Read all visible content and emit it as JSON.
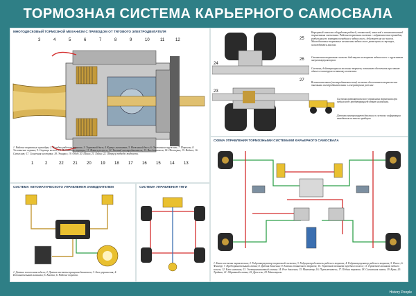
{
  "title": "ТОРМОЗНАЯ СИСТЕМА КАРЬЕРНОГО САМОСВАЛА",
  "sections": {
    "wheel_motor": {
      "caption": "МНОГОДИСКОВЫЙ ТОРМОЗНОЙ МЕХАНИЗМ С ПРИВОДОМ ОТ ТЯГОВОГО ЭЛЕКТРОДВИГАТЕЛЯ",
      "callouts_top": [
        "3",
        "4",
        "5",
        "6",
        "7",
        "8",
        "9",
        "10",
        "11",
        "12"
      ],
      "callouts_bottom": [
        "1",
        "2",
        "22",
        "21",
        "20",
        "19",
        "18",
        "17",
        "16",
        "15",
        "14",
        "13"
      ],
      "legend": "1. Рабочие тормозные цилиндры; 2. Колодки рабочего тормоза; 3. Тормозной диск; 4. Корпус механизма; 5. Нажимной диск; 6. Отжимные пружины; 7. Поршень; 8. Уплотнение поршня; 9. Ступица колеса; 10. Подшипник ступицы; 11. Фланец полуоси; 12. Тяговый электродвигатель; 13. Вал двигателя; 14. Шестерня; 15. Водило; 16. Сателлит; 17. Солнечная шестерня; 18. Эпицикл; 19. Обод; 20. Шина; 21. Гайка; 22. Штуцер подвода жидкости."
    },
    "description": {
      "paragraphs": [
        "Карьерный самосвал оборудован рабочей, стояночной, запасной и вспомогательной тормозными системами. Рабочая тормозная система с гидравлическим приводом, раздельным по контурам передних и задних колес, действует на все колеса. Многодисковые тормозные механизмы задних колес размещены в ступицах, охлаждаются маслом.",
        "Стояночная тормозная система действует на тормоза задних колес с пружинным энергоаккумулятором.",
        "Система, действующая на колесные тормоза, позволяет обеспечить при отказе одного из контуров остановку самосвала.",
        "Вспомогательная (электродинамическая) система обеспечивает торможение тяговыми электродвигателями в генераторном режиме."
      ],
      "sub_paragraphs": [
        "Система автоматического управления тормозами при заднем ходе предотвращает откат самосвала.",
        "Датчики контролируют давление в системе; информация выводится на панель приборов."
      ],
      "right_callouts": [
        "25",
        "26",
        "27"
      ],
      "left_callouts": [
        "24",
        "23"
      ]
    },
    "scheme": {
      "caption": "СХЕМА УПРАВЛЕНИЯ ТОРМОЗНЫМИ СИСТЕМАМИ КАРЬЕРНОГО САМОСВАЛА",
      "legend": "1. Бачок системы торможения; 2. Гидроаккумулятор тормозной системы; 3. Гидрораспределитель рабочего тормоза; 4. Гидроаккумулятор рабочего тормоза; 5. Насос; 6. Фильтр; 7. Предохранительный клапан; 8. Датчик давления; 9. Клапан стояночного тормоза; 10. Тормозной механизм переднего колеса; 11. Тормозной механизм заднего колеса; 12. Блок клапанов; 13. Электромагнитный клапан; 14. Реле давления; 15. Манометр; 16. Переключатель; 17. Педаль тормоза; 18. Сигнальная лампа; 19. Кран; 20. Тройник; 21. Обратный клапан; 22. Дроссель; 23. Магистраль."
    },
    "brake_auto": {
      "caption": "СИСТЕМА АВТОМАТИЧЕСКОГО УПРАВЛЕНИЯ ЗАМЕДЛИТЕЛЕМ"
    },
    "parking": {
      "caption": "СИСТЕМА УПРАВЛЕНИЯ ТЯГИ"
    },
    "bottom_left_legend": "1. Датчик положения педали; 2. Датчик частоты вращения двигателя; 3. Блок управления; 4. Исполнительный механизм; 5. Кнопка; 6. Рабочие тормоза."
  },
  "footer": {
    "brand": "History People"
  },
  "colors": {
    "background": "#2f7f86",
    "hydraulic_red": "#d42e2e",
    "hydraulic_green": "#2fa04a",
    "brass": "#c8a246"
  }
}
